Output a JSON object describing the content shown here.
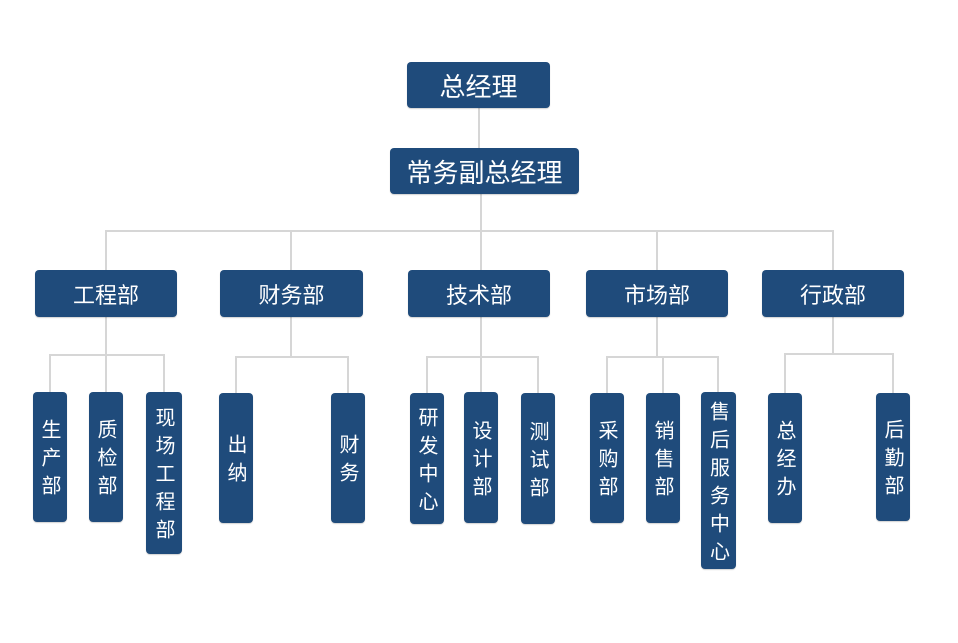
{
  "root": {
    "label": "总经理"
  },
  "deputy": {
    "label": "常务副总经理"
  },
  "departments": [
    {
      "label": "工程部",
      "children": [
        "生产部",
        "质检部",
        "现场工程部"
      ]
    },
    {
      "label": "财务部",
      "children": [
        "出纳",
        "财务"
      ]
    },
    {
      "label": "技术部",
      "children": [
        "研发中心",
        "设计部",
        "测试部"
      ]
    },
    {
      "label": "市场部",
      "children": [
        "采购部",
        "销售部",
        "售后服务中心"
      ]
    },
    {
      "label": "行政部",
      "children": [
        "总经办",
        "后勤部"
      ]
    }
  ],
  "colors": {
    "box": "#1f4b7b",
    "text": "#ffffff",
    "connector": "#d6d6d6",
    "background": "#ffffff"
  }
}
